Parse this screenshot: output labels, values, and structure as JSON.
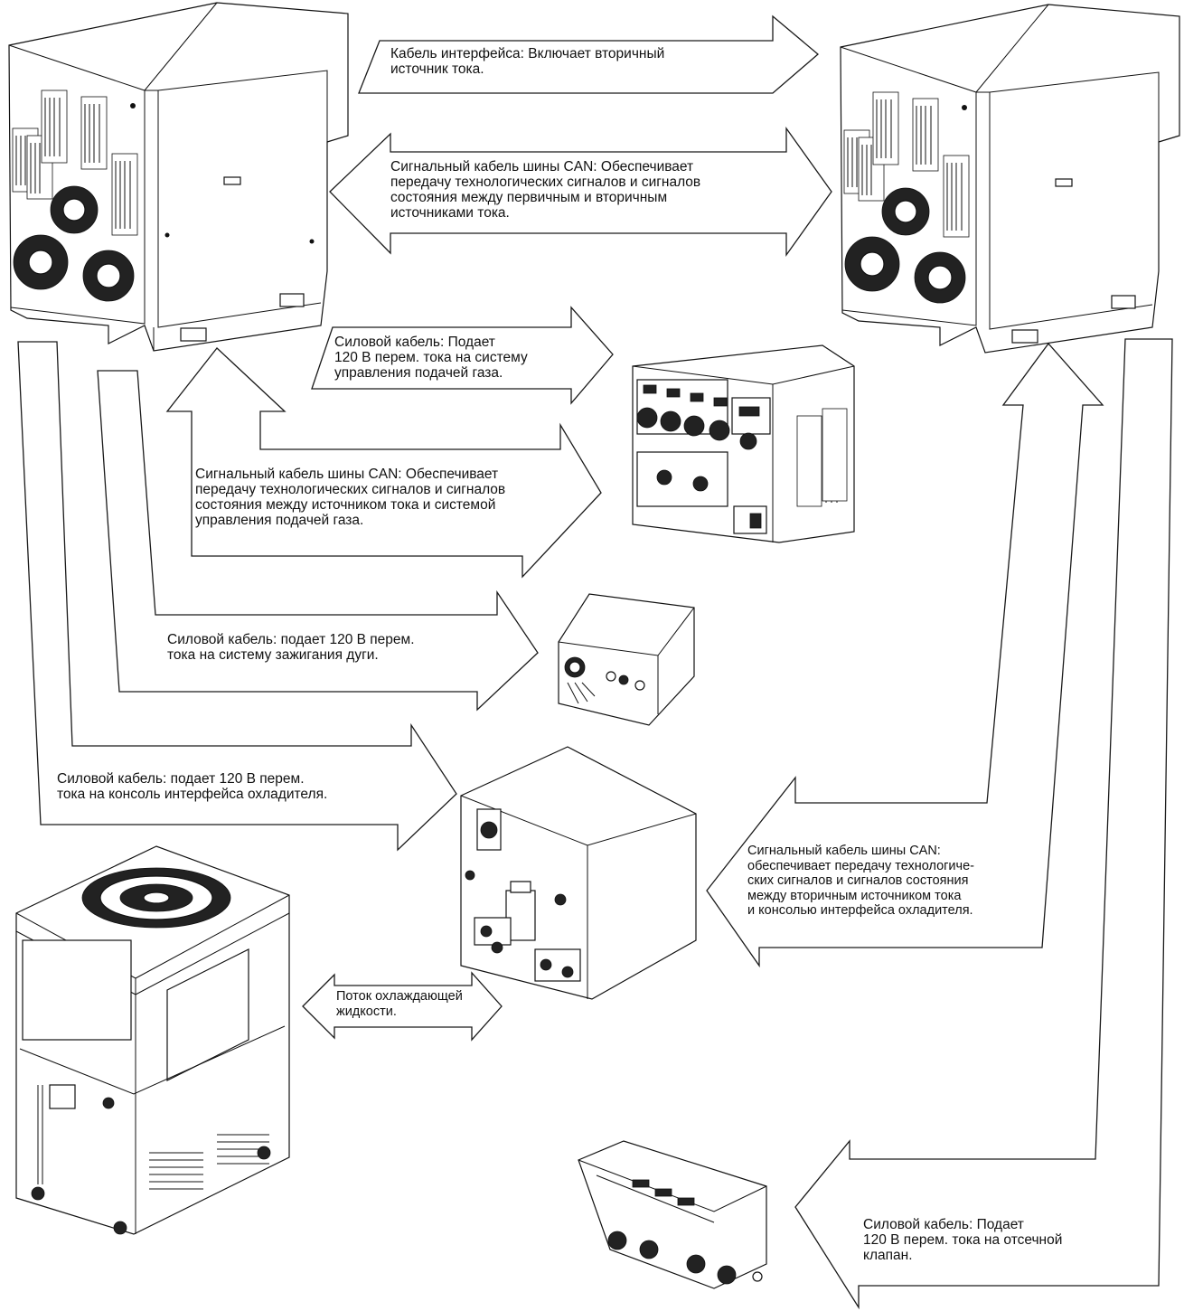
{
  "labels": {
    "interface_cable": "Кабель интерфейса: Включает вторичный\nисточник тока.",
    "can_primary_secondary": "Сигнальный кабель шины CAN: Обеспечивает\nпередачу технологических сигналов и сигналов\nсостояния между первичным и вторичным\nисточниками тока.",
    "power_gas_control": "Силовой кабель: Подает\n120 В перем. тока на систему\nуправления подачей газа.",
    "can_source_gas": "Сигнальный кабель шины CAN: Обеспечивает\nпередачу технологических сигналов и сигналов\nсостояния между источником тока и системой\nуправления подачей газа.",
    "power_ignition": "Силовой кабель: подает 120 В перем.\nтока на систему зажигания дуги.",
    "power_chiller_console": "Силовой кабель: подает 120 В перем.\nтока на консоль интерфейса охладителя.",
    "can_secondary_chiller": "Сигнальный кабель шины CAN:\nобеспечивает передачу технологиче-\nских сигналов и сигналов состояния\nмежду вторичным источником тока\nи консолью интерфейса охладителя.",
    "coolant_flow": "Поток охлаждающей\nжидкости.",
    "power_shutoff_valve": "Силовой кабель: Подает\n120 В перем. тока на отсечной\nклапан."
  },
  "devices": [
    "primary-power-supply",
    "secondary-power-supply",
    "gas-control-console",
    "arc-ignition-console",
    "chiller-interface-console",
    "chiller",
    "shutoff-valve"
  ],
  "colors": {
    "line": "#1a1a1a",
    "background": "#ffffff"
  }
}
